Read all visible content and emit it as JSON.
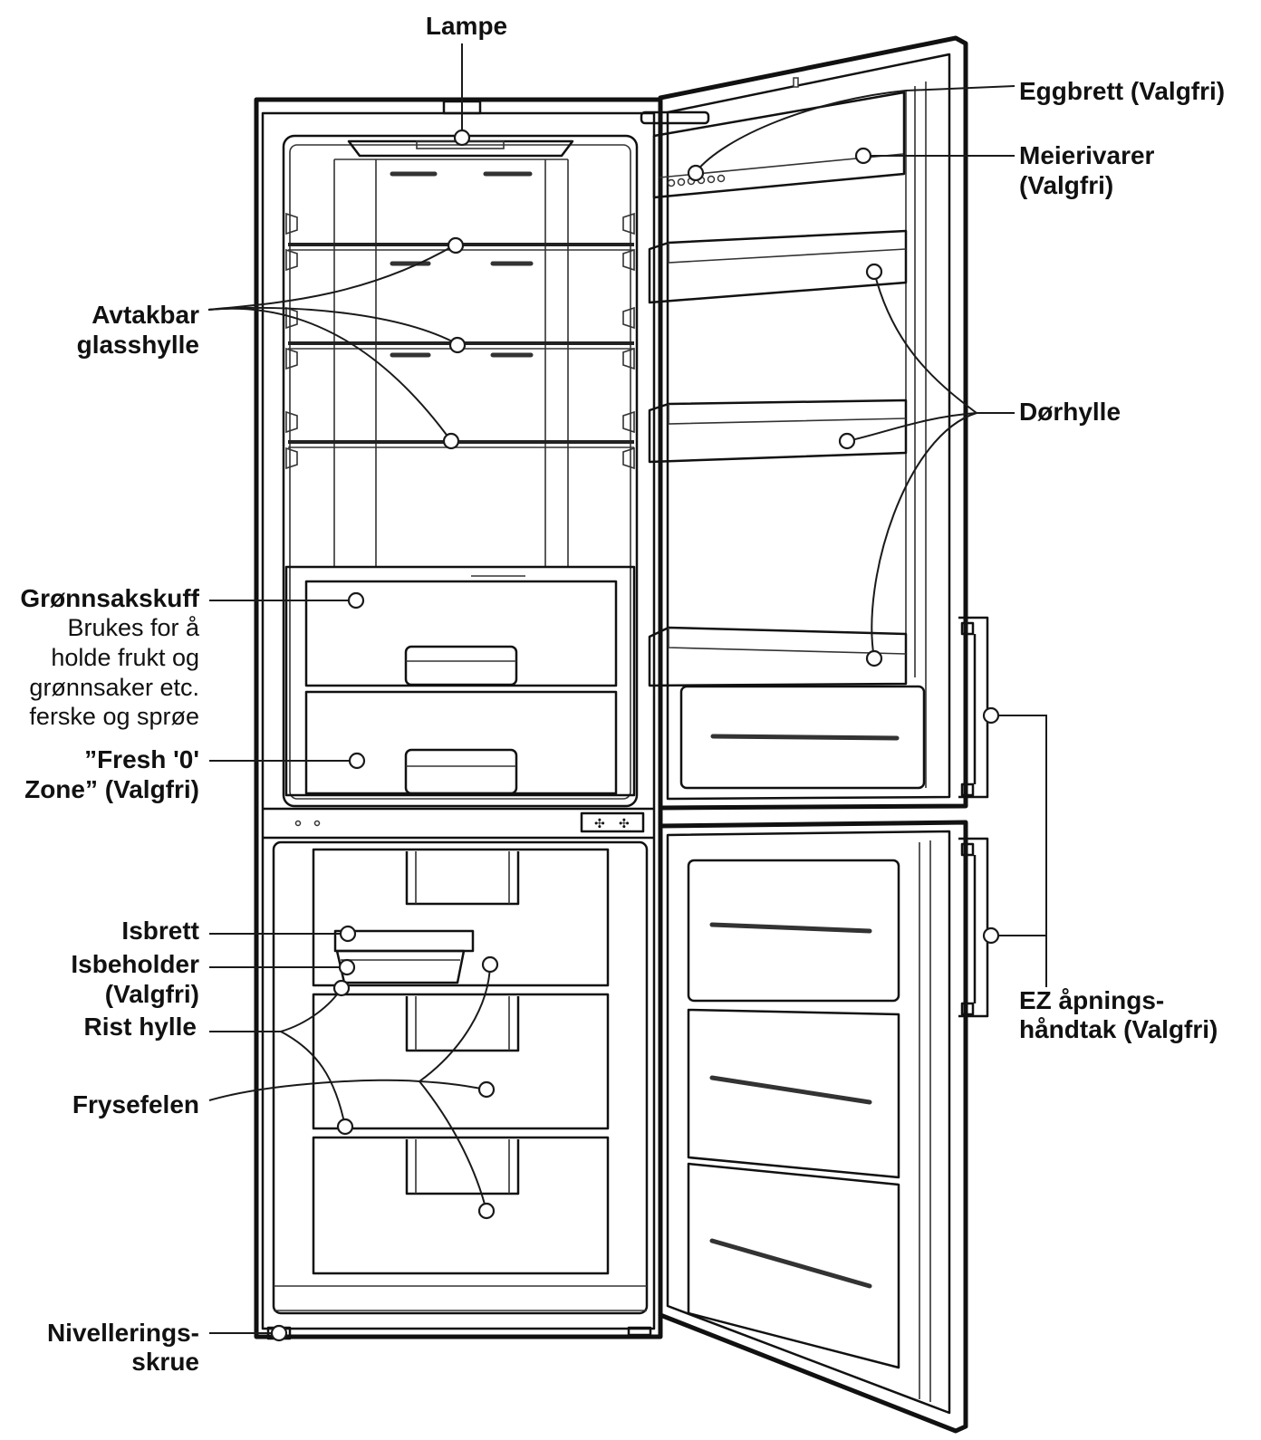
{
  "diagram": {
    "labels": {
      "lampe": "Lampe",
      "eggbrett": "Eggbrett (Valgfri)",
      "meierivarer_1": "Meierivarer",
      "meierivarer_2": "(Valgfri)",
      "avtakbar_1": "Avtakbar",
      "avtakbar_2": "glasshylle",
      "dorhylle": "Dørhylle",
      "gronnsak_title": "Grønnsakskuff",
      "gronnsak_desc_1": "Brukes for å",
      "gronnsak_desc_2": "holde frukt og",
      "gronnsak_desc_3": "grønnsaker etc.",
      "gronnsak_desc_4": "ferske og sprøe",
      "fresh_1": "”Fresh '0'",
      "fresh_2": "Zone” (Valgfri)",
      "isbrett": "Isbrett",
      "isbeholder_1": "Isbeholder",
      "isbeholder_2": "(Valgfri)",
      "rist_hylle": "Rist hylle",
      "frysefelen": "Frysefelen",
      "ez_1": "EZ åpnings-",
      "ez_2": "håndtak (Valgfri)",
      "niveller_1": "Nivellerings-",
      "niveller_2": "skrue"
    }
  }
}
